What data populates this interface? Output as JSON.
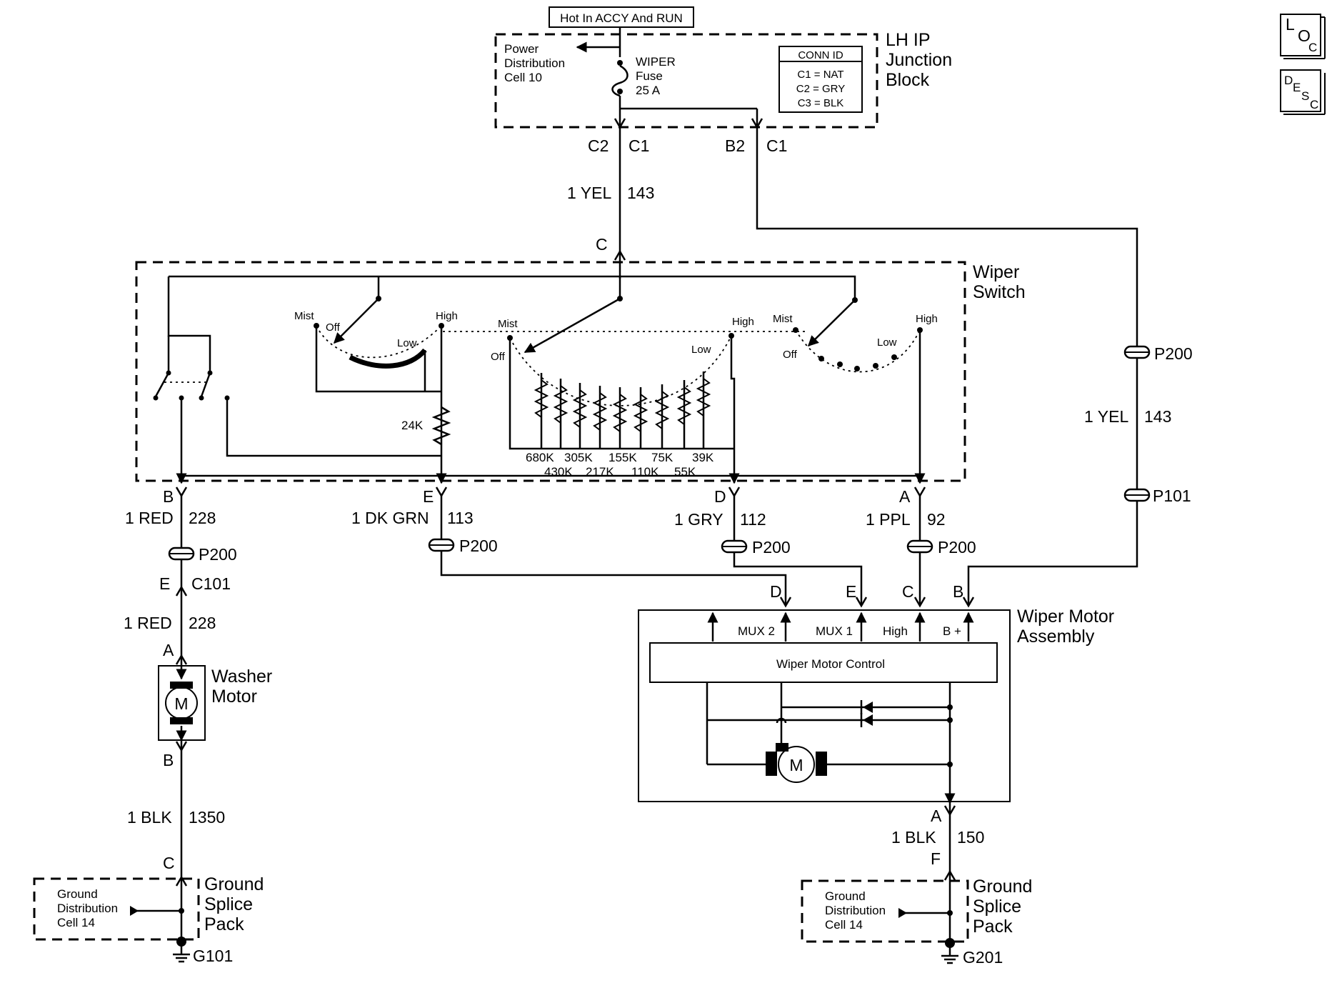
{
  "top_label": "Hot In ACCY And RUN",
  "icons": {
    "loc": [
      "L",
      "O",
      "C"
    ],
    "desc": [
      "D",
      "E",
      "S",
      "C"
    ]
  },
  "junction_block": {
    "name": [
      "LH IP",
      "Junction",
      "Block"
    ],
    "power_cell": [
      "Power",
      "Distribution",
      "Cell 10"
    ],
    "fuse": [
      "WIPER",
      "Fuse",
      "25 A"
    ],
    "conn_title": "CONN ID",
    "conn_rows": [
      "C1 = NAT",
      "C2 = GRY",
      "C3 = BLK"
    ],
    "pin_left_a": "C2",
    "pin_left_b": "C1",
    "pin_right_a": "B2",
    "pin_right_b": "C1"
  },
  "wire_main": {
    "gauge": "1 YEL",
    "circuit": "143",
    "pin": "C"
  },
  "wire_side": {
    "gauge": "1 YEL",
    "circuit": "143",
    "conn_top": "P200",
    "conn_bottom": "P101"
  },
  "wiper_switch": {
    "name": [
      "Wiper",
      "Switch"
    ],
    "sw1": {
      "mist": "Mist",
      "off": "Off",
      "low": "Low",
      "high": "High"
    },
    "sw2": {
      "mist": "Mist",
      "off": "Off",
      "low": "Low",
      "high": "High"
    },
    "sw3": {
      "mist": "Mist",
      "off": "Off",
      "low": "Low",
      "high": "High"
    },
    "r24": "24K",
    "res_top": [
      "680K",
      "305K",
      "155K",
      "75K",
      "39K"
    ],
    "res_bottom": [
      "430K",
      "217K",
      "110K",
      "55K"
    ]
  },
  "circuits": [
    {
      "pin": "B",
      "gauge": "1 RED",
      "circuit": "228",
      "conn": "P200"
    },
    {
      "pin": "E",
      "gauge": "1 DK GRN",
      "circuit": "113",
      "conn": "P200"
    },
    {
      "pin": "D",
      "gauge": "1 GRY",
      "circuit": "112",
      "conn": "P200"
    },
    {
      "pin": "A",
      "gauge": "1 PPL",
      "circuit": "92",
      "conn": "P200"
    }
  ],
  "washer": {
    "c101_pin": "E",
    "c101": "C101",
    "gauge": "1 RED",
    "circuit": "228",
    "pin_a": "A",
    "name": [
      "Washer",
      "Motor"
    ],
    "motor_symbol": "M",
    "pin_b": "B",
    "gnd_gauge": "1 BLK",
    "gnd_circuit": "1350",
    "pin_c": "C",
    "splice": [
      "Ground",
      "Splice",
      "Pack"
    ],
    "cell": [
      "Ground",
      "Distribution",
      "Cell 14"
    ],
    "ground": "G101"
  },
  "wiper_motor": {
    "name": [
      "Wiper Motor",
      "Assembly"
    ],
    "pins": [
      "D",
      "E",
      "C",
      "B"
    ],
    "inputs": [
      "MUX 2",
      "MUX 1",
      "High",
      "B +"
    ],
    "control": "Wiper Motor Control",
    "motor_symbol": "M",
    "pin_a": "A",
    "pin_f": "F",
    "gnd_gauge": "1 BLK",
    "gnd_circuit": "150",
    "splice": [
      "Ground",
      "Splice",
      "Pack"
    ],
    "cell": [
      "Ground",
      "Distribution",
      "Cell 14"
    ],
    "ground": "G201"
  }
}
